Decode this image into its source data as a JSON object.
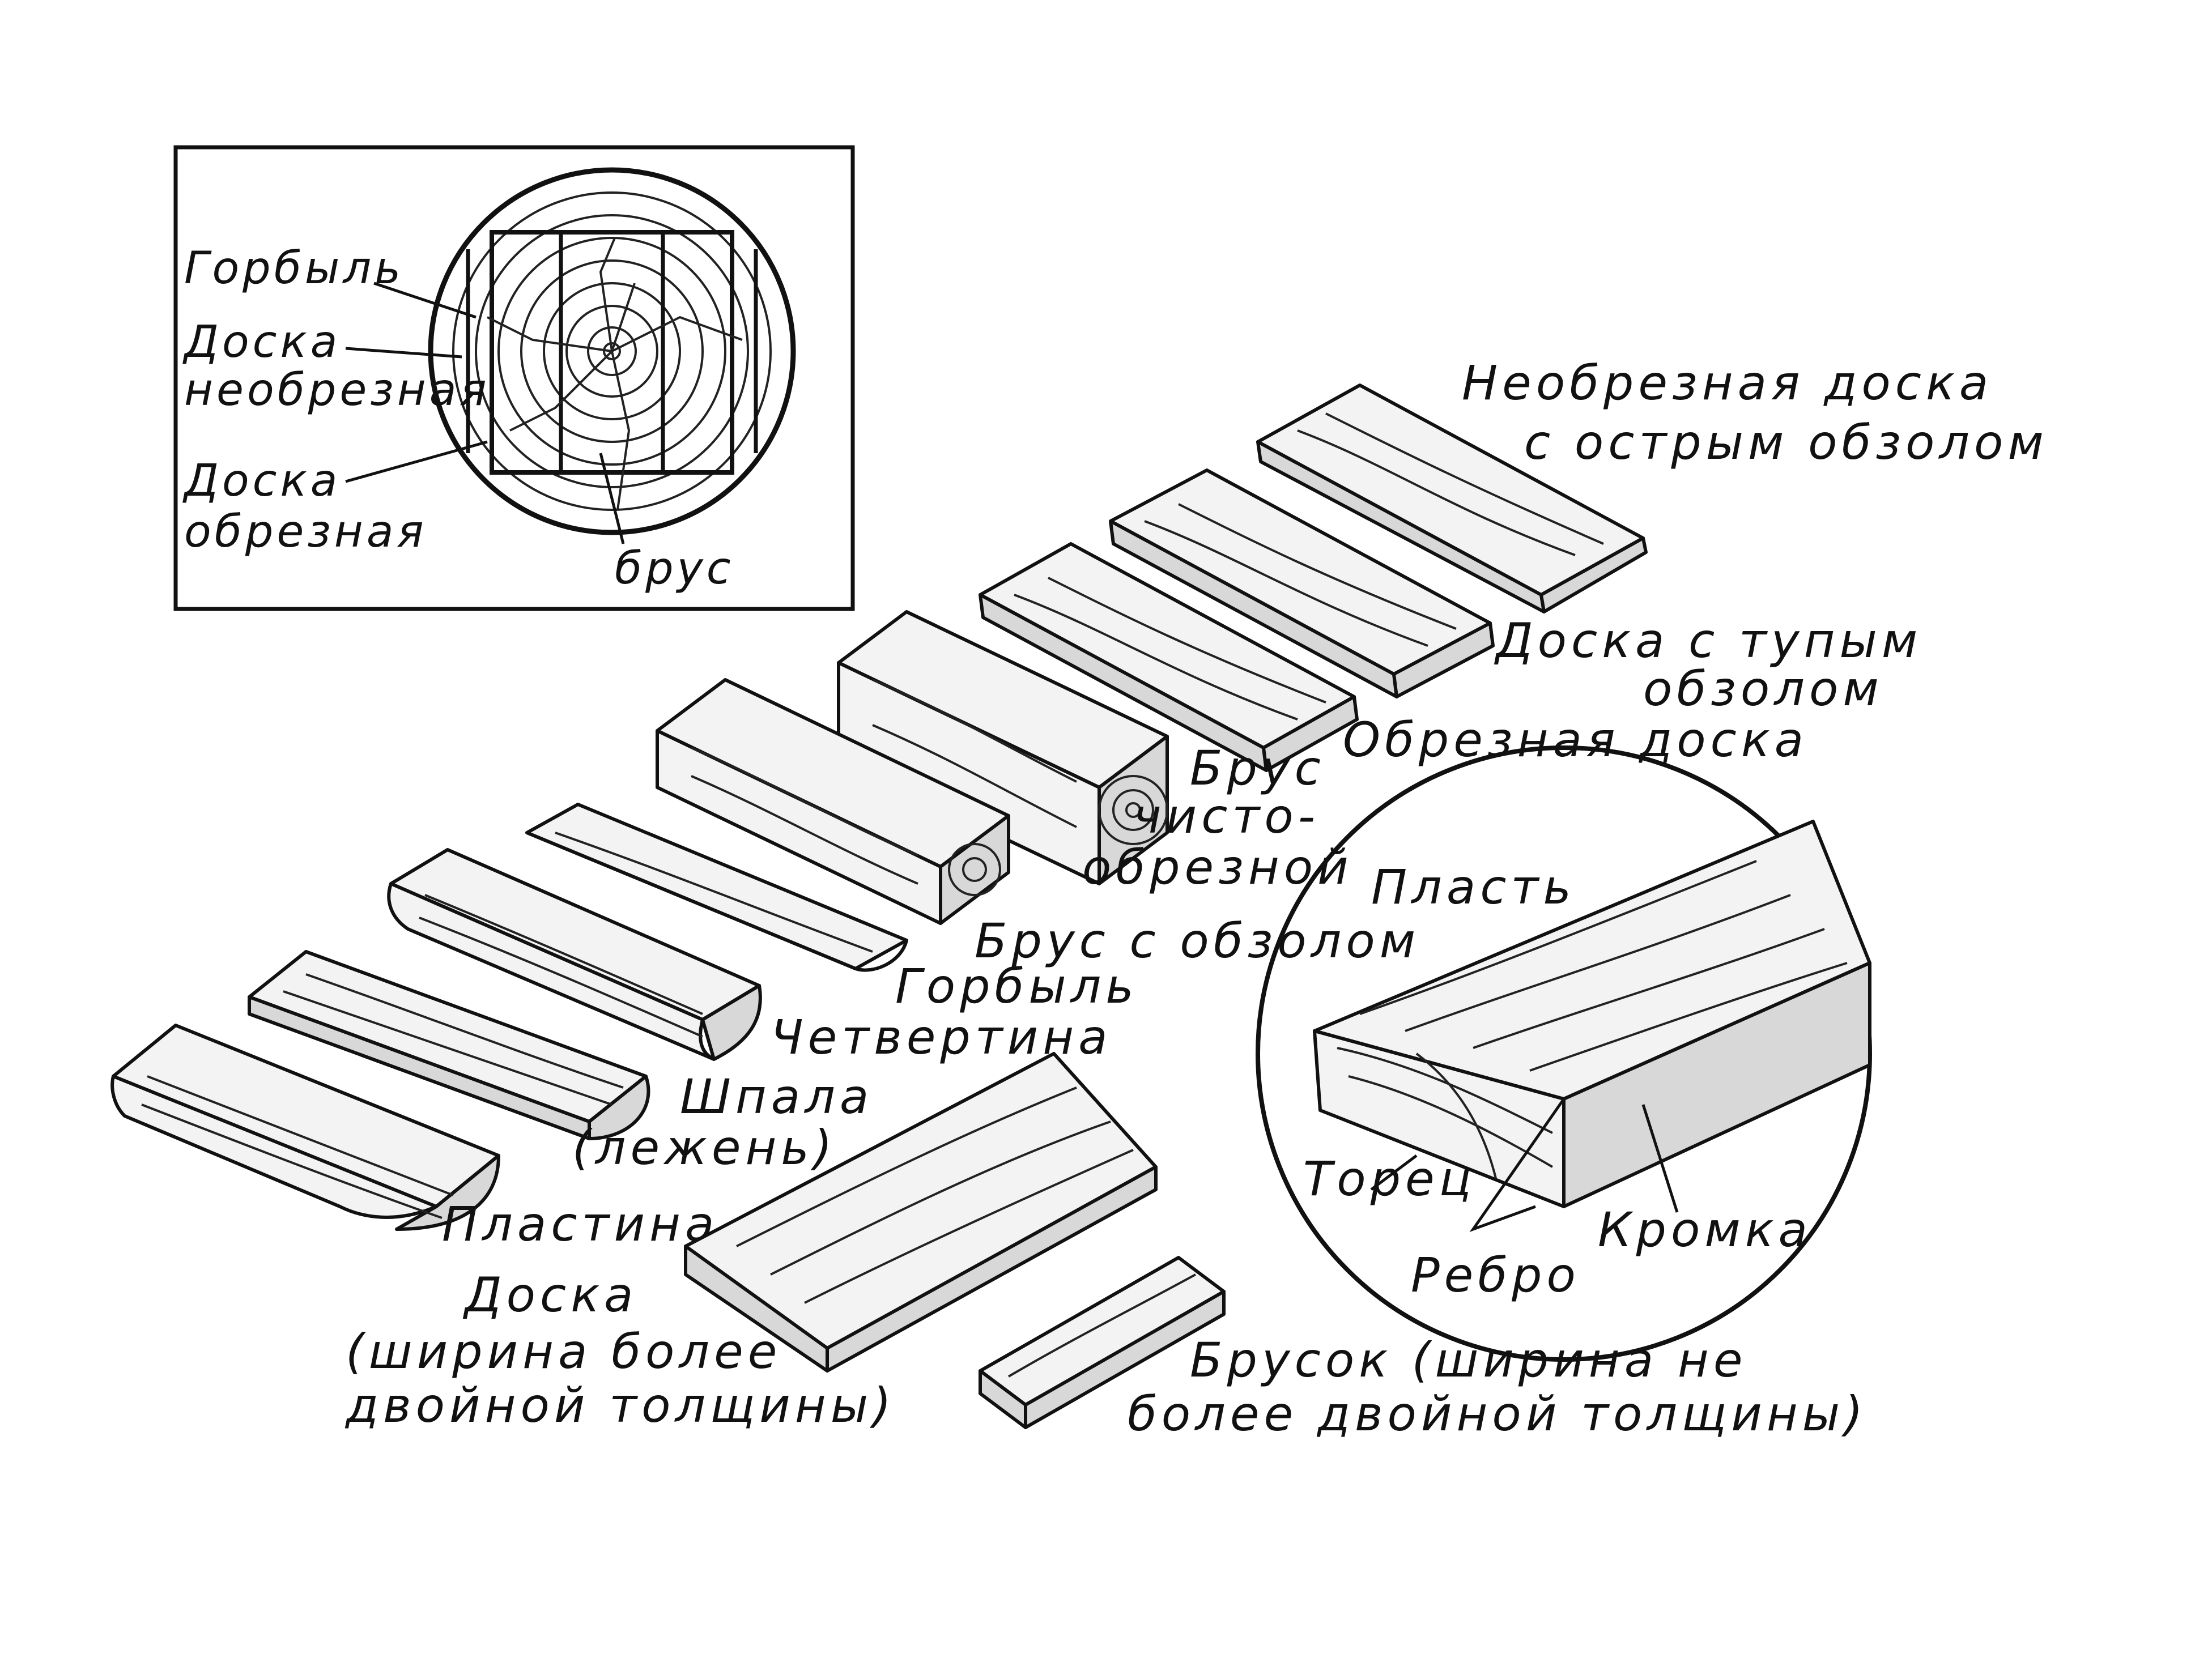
{
  "inset": {
    "labels": {
      "gorbyl": "Горбыль",
      "doska_neobreznaya_1": "Доска",
      "doska_neobreznaya_2": "необрезная",
      "doska_obreznaya_1": "Доска",
      "doska_obreznaya_2": "обрезная",
      "brus": "брус"
    }
  },
  "pieces": {
    "neobreznaya_ostry_1": "Необрезная доска",
    "neobreznaya_ostry_2": "с острым обзолом",
    "tupym_1": "Доска с тупым",
    "tupym_2": "обзолом",
    "obreznaya": "Обрезная доска",
    "brus_chisto_1": "Брус",
    "brus_chisto_2": "чисто-",
    "brus_chisto_3": "обрезной",
    "brus_obzol": "Брус с обзолом",
    "gorbyl": "Горбыль",
    "chetvertina": "Четвертина",
    "shpala_1": "Шпала",
    "shpala_2": "(лежень)",
    "plastina": "Пластина",
    "doska_1": "Доска",
    "doska_2": "(ширина более",
    "doska_3": "двойной толщины)",
    "brusok_1": "Брусок (ширина не",
    "brusok_2": "более двойной толщины)"
  },
  "detail": {
    "labels": {
      "plast": "Пласть",
      "torec": "Торец",
      "rebro": "Ребро",
      "kromka": "Кромка"
    }
  }
}
